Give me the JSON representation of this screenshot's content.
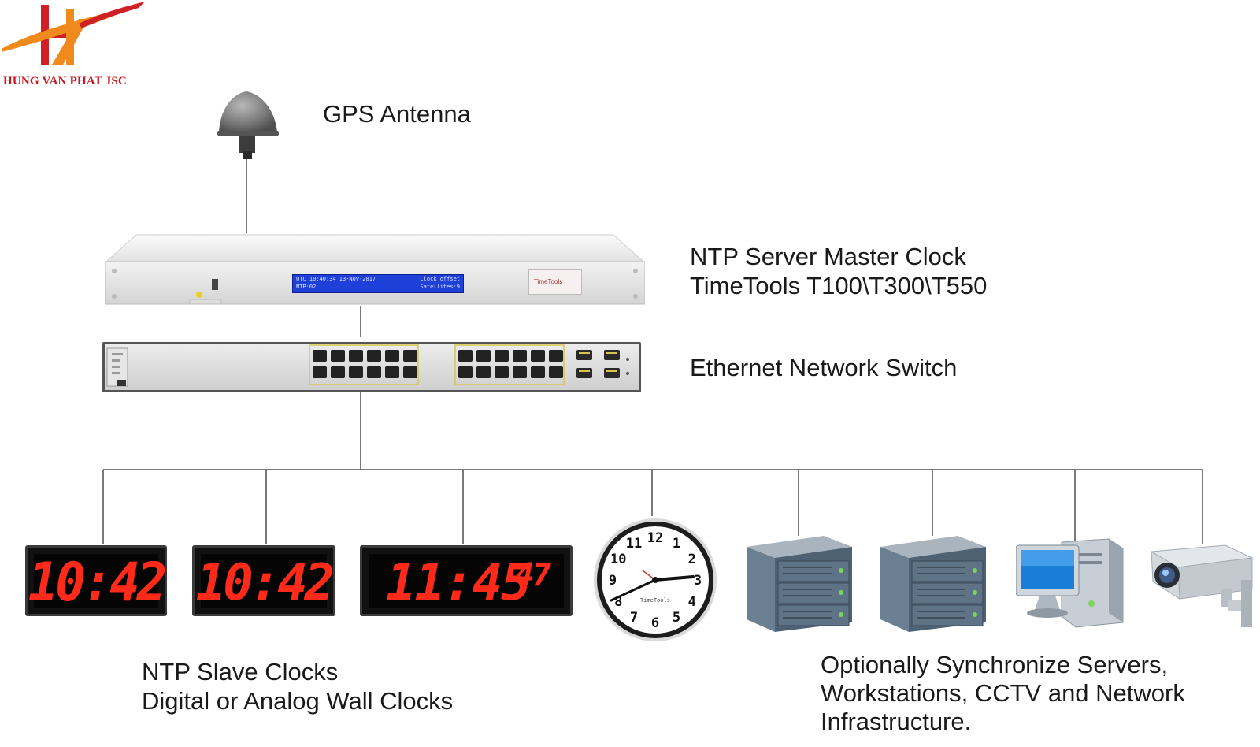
{
  "logo": {
    "name": "HUNG VAN PHAT JSC",
    "colors": {
      "red": "#d11f26",
      "orange": "#f08a1c"
    }
  },
  "labels": {
    "gps": "GPS Antenna",
    "master_line1": "NTP Server Master Clock",
    "master_line2": "TimeTools T100\\T300\\T550",
    "switch": "Ethernet Network Switch",
    "slave_line1": "NTP Slave Clocks",
    "slave_line2": "Digital or Analog Wall Clocks",
    "sync_line1": "Optionally Synchronize Servers,",
    "sync_line2": "Workstations, CCTV and Network",
    "sync_line3": "Infrastructure."
  },
  "server_display": {
    "row1": [
      "UTC 10:40:34 13-Nov-2017",
      "Clock offset"
    ],
    "row2": [
      "NTP:02",
      "Satellites:9"
    ]
  },
  "server_brand": "TimeTools",
  "digital_clocks": [
    {
      "time": "10:42",
      "seconds": ""
    },
    {
      "time": "10:42",
      "seconds": ""
    },
    {
      "time": "11:45",
      "seconds": "47"
    }
  ],
  "analog_clock": {
    "numbers": [
      "12",
      "1",
      "2",
      "3",
      "4",
      "5",
      "6",
      "7",
      "8",
      "9",
      "10",
      "11"
    ],
    "brand": "TimeTools"
  },
  "devices": [
    "server-rack",
    "server-rack",
    "workstation",
    "cctv-camera"
  ],
  "colors": {
    "digit_red": "#ff2a1a",
    "lcd_blue": "#1e3fd8",
    "line": "#777777"
  }
}
